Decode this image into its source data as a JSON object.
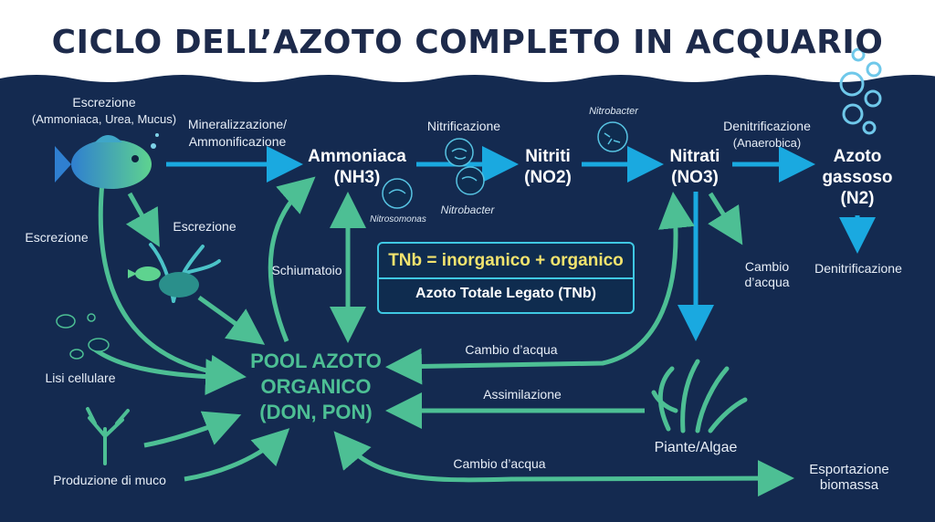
{
  "title": "CICLO DELL’AZOTO COMPLETO IN ACQUARIO",
  "colors": {
    "background": "#142a50",
    "title": "#1d2a4b",
    "arrow_blue": "#1aa9e0",
    "arrow_green": "#4dbf94",
    "pool_text": "#4dbf94",
    "box_border": "#3fc8e3",
    "box_formula": "#f2e36e"
  },
  "nodes": {
    "ammonia": {
      "line1": "Ammoniaca",
      "line2": "(NH3)"
    },
    "nitrites": {
      "line1": "Nitriti",
      "line2": "(NO2)"
    },
    "nitrates": {
      "line1": "Nitrati",
      "line2": "(NO3)"
    },
    "nitrogen_gas": {
      "line1": "Azoto",
      "line2": "gassoso",
      "line3": "(N2)"
    },
    "pool": {
      "line1": "POOL AZOTO",
      "line2": "ORGANICO",
      "line3": "(DON, PON)"
    },
    "plants": "Piante/Algae",
    "export": {
      "line1": "Esportazione",
      "line2": "biomassa"
    }
  },
  "labels": {
    "excretion_top": "Escrezione",
    "excretion_top_sub": "(Ammoniaca, Urea, Mucus)",
    "mineralization_1": "Mineralizzazione/",
    "mineralization_2": "Ammonificazione",
    "nitrification": "Nitrificazione",
    "nitrobacter_top": "Nitrobacter",
    "nitrosomonas": "Nitrosomonas",
    "nitrobacter_mid": "Nitrobacter",
    "denitrification_top": "Denitrificazione",
    "anaerobic": "(Anaerobica)",
    "excretion_left": "Escrezione",
    "excretion_mid": "Escrezione",
    "skimmer": "Schiumatoio",
    "water_change_right_1": "Cambio",
    "water_change_right_2": "d’acqua",
    "denitrification_right": "Denitrificazione",
    "cell_lysis": "Lisi cellulare",
    "water_change_mid": "Cambio d’acqua",
    "assimilation": "Assimilazione",
    "mucus_production": "Produzione di muco",
    "water_change_bottom": "Cambio d’acqua"
  },
  "tn_box": {
    "formula": "TNb = inorganico + organico",
    "definition": "Azoto Totale Legato (TNb)"
  },
  "icons": [
    "fish-icon",
    "bubbles-icon",
    "bacteria-icon",
    "coral-icon",
    "plant-icon"
  ]
}
